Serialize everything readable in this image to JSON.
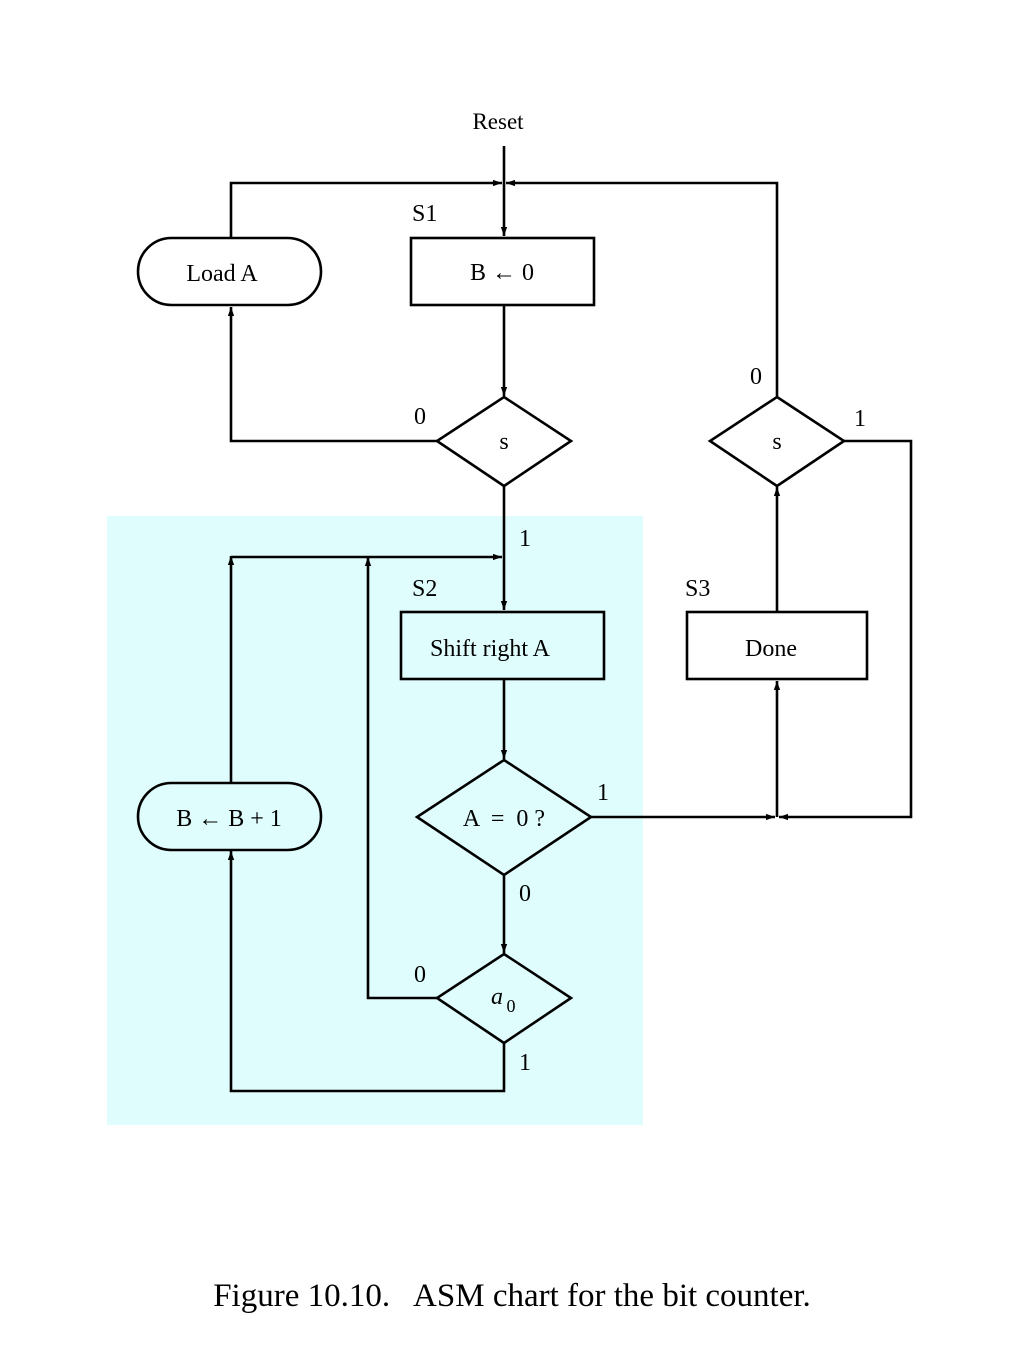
{
  "reset_label": "Reset",
  "states": {
    "s1": {
      "name": "S1",
      "action": "B ← 0"
    },
    "s2": {
      "name": "S2",
      "action": "Shift right A"
    },
    "s3": {
      "name": "S3",
      "action": "Done"
    }
  },
  "conditional_outputs": {
    "load_a": "Load A",
    "increment_b": "B ← B + 1"
  },
  "decisions": {
    "s_in_s1": {
      "text": "s",
      "zero": "0",
      "one": "1"
    },
    "s_in_s3": {
      "text": "s",
      "zero": "0",
      "one": "1"
    },
    "a_is_zero": {
      "text": "A  =  0 ?",
      "zero": "0",
      "one": "1"
    },
    "a0": {
      "text_base": "a",
      "text_sub": "0",
      "zero": "0",
      "one": "1"
    }
  },
  "colors": {
    "highlight_region": "#e0fdfd",
    "lines": "#000000"
  },
  "caption": "Figure 10.10.   ASM chart for the bit counter."
}
